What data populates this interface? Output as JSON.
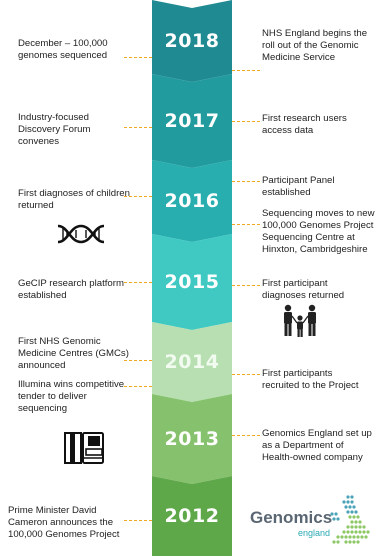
{
  "timeline": {
    "years": [
      "2018",
      "2017",
      "2016",
      "2015",
      "2014",
      "2013",
      "2012"
    ]
  },
  "events": {
    "y2018_left": "December – 100,000 genomes sequenced",
    "y2018_right": "NHS England begins the roll out of the Genomic Medicine Service",
    "y2017_left": "Industry-focused Discovery Forum convenes",
    "y2017_right": "First research users access data",
    "y2016_left": "First diagnoses of children returned",
    "y2016_right_a": "Participant Panel established",
    "y2016_right_b": "Sequencing moves to new 100,000 Genomes Project Sequencing Centre at Hinxton, Cambridgeshire",
    "y2015_left": "GeCIP research platform established",
    "y2015_right": "First participant diagnoses returned",
    "y2014_left_a": "First NHS Genomic Medicine Centres (GMCs) announced",
    "y2014_left_b": "Illumina wins competitive tender to deliver sequencing",
    "y2014_right": "First participants recruited to the Project",
    "y2013_right": "Genomics England set up as a Department of Health-owned company",
    "y2012_left": "Prime Minister David Cameron announces the 100,000 Genomes Project"
  },
  "logo": {
    "main": "Genomics",
    "sub": "england"
  },
  "colors": {
    "accent_dash": "#f0a920",
    "y2018": "#1f8a92",
    "y2017": "#229b9e",
    "y2016": "#29aeb0",
    "y2015": "#3fc9c2",
    "y2014": "#b7dfb1",
    "y2013": "#86c26e",
    "y2012": "#5fa84a"
  },
  "icons": [
    "dna-icon",
    "family-icon",
    "sequencer-icon",
    "uk-map-icon"
  ]
}
